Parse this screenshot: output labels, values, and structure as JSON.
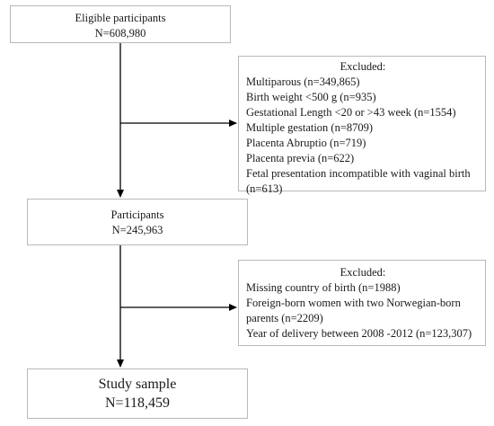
{
  "boxes": {
    "eligible": {
      "title": "Eligible participants",
      "count": "N=608,980"
    },
    "participants": {
      "title": "Participants",
      "count": "N=245,963"
    },
    "study": {
      "title": "Study sample",
      "count": "N=118,459"
    }
  },
  "excluded_1": {
    "title": "Excluded:",
    "items": [
      "Multiparous (n=349,865)",
      "Birth weight <500 g (n=935)",
      "Gestational Length <20 or >43 week (n=1554)",
      "Multiple gestation (n=8709)",
      "Placenta Abruptio  (n=719)",
      "Placenta previa (n=622)",
      "Fetal presentation incompatible with vaginal birth",
      "(n=613)"
    ]
  },
  "excluded_2": {
    "title": "Excluded:",
    "items": [
      "Missing country of birth (n=1988)",
      "Foreign-born women with two Norwegian-born",
      "parents (n=2209)",
      "Year of delivery between 2008 -2012 (n=123,307)"
    ]
  }
}
